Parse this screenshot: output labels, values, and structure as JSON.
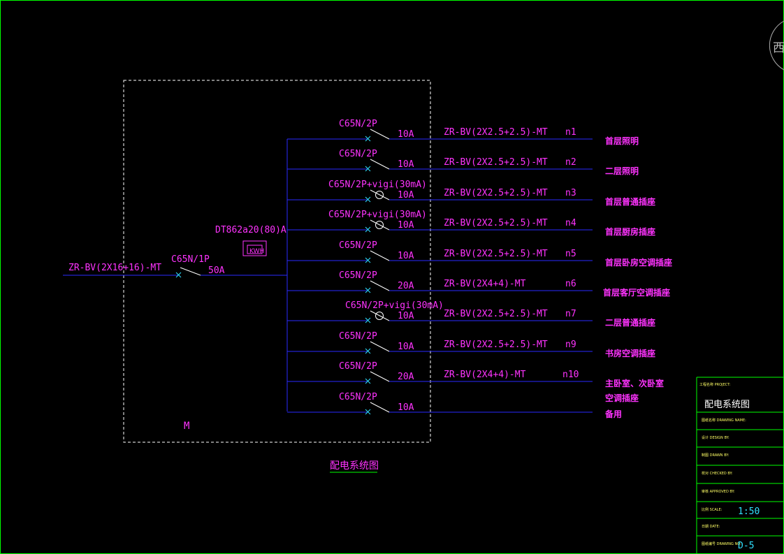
{
  "side_label": "西",
  "box_label": "M",
  "caption": "配电系统图",
  "meter": {
    "model": "DT862a20(80)A",
    "label": "KWH"
  },
  "incoming": {
    "cable": "ZR-BV(2X16+16)-MT",
    "breaker": "C65N/1P",
    "rating": "50A"
  },
  "circuits": [
    {
      "breaker": "C65N/2P",
      "rating": "10A",
      "cable": "ZR-BV(2X2.5+2.5)-MT",
      "id": "n1",
      "load": "首层照明",
      "rcd": false
    },
    {
      "breaker": "C65N/2P",
      "rating": "10A",
      "cable": "ZR-BV(2X2.5+2.5)-MT",
      "id": "n2",
      "load": "二层照明",
      "rcd": false
    },
    {
      "breaker": "C65N/2P+vigi(30mA)",
      "rating": "10A",
      "cable": "ZR-BV(2X2.5+2.5)-MT",
      "id": "n3",
      "load": "首层普通插座",
      "rcd": true
    },
    {
      "breaker": "C65N/2P+vigi(30mA)",
      "rating": "10A",
      "cable": "ZR-BV(2X2.5+2.5)-MT",
      "id": "n4",
      "load": "首层厨房插座",
      "rcd": true
    },
    {
      "breaker": "C65N/2P",
      "rating": "10A",
      "cable": "ZR-BV(2X2.5+2.5)-MT",
      "id": "n5",
      "load": "首层卧房空调插座",
      "rcd": false
    },
    {
      "breaker": "C65N/2P",
      "rating": "20A",
      "cable": "ZR-BV(2X4+4)-MT",
      "id": "n6",
      "load": "首层客厅空调插座",
      "rcd": false
    },
    {
      "breaker": "C65N/2P+vigi(30mA)",
      "rating": "10A",
      "cable": "ZR-BV(2X2.5+2.5)-MT",
      "id": "n7",
      "load": "二层普通插座",
      "rcd": true
    },
    {
      "breaker": "C65N/2P",
      "rating": "10A",
      "cable": "ZR-BV(2X2.5+2.5)-MT",
      "id": "n9",
      "load": "书房空调插座",
      "rcd": false
    },
    {
      "breaker": "C65N/2P",
      "rating": "20A",
      "cable": "ZR-BV(2X4+4)-MT",
      "id": "n10",
      "load": "主卧室、次卧室",
      "load2": "空调插座",
      "rcd": false
    },
    {
      "breaker": "C65N/2P",
      "rating": "10A",
      "cable": "",
      "id": "",
      "load": "备用",
      "rcd": false
    }
  ],
  "title_block": {
    "project_label": "工程名称 PROJECT:",
    "drawing_title": "配电系统图",
    "rows": [
      {
        "label": "图纸名称 DRAWING NAME:",
        "value": ""
      },
      {
        "label": "设计 DESIGN BY:",
        "value": ""
      },
      {
        "label": "制图 DRAWN BY:",
        "value": ""
      },
      {
        "label": "校对 CHECKED BY:",
        "value": ""
      },
      {
        "label": "审核 APPROVED BY:",
        "value": ""
      },
      {
        "label": "比例 SCALE:",
        "value": "1:50"
      },
      {
        "label": "日期 DATE:",
        "value": ""
      },
      {
        "label": "图纸编号 DRAWING NO:",
        "value": "D-5"
      }
    ]
  }
}
